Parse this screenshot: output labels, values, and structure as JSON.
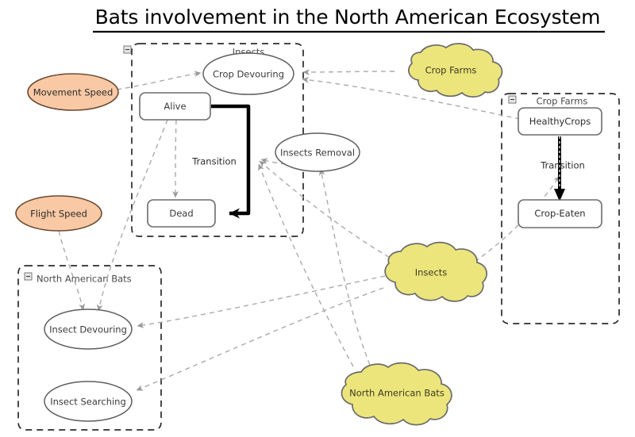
{
  "title": "Bats involvement in the North American Ecosystem",
  "containers": [
    {
      "id": "insects-container",
      "label": "Insects",
      "collapse_icon": "minus-square-icon"
    },
    {
      "id": "crop-farms-container",
      "label": "Crop Farms",
      "collapse_icon": "minus-square-icon"
    },
    {
      "id": "north-american-bats-container",
      "label": "North American Bats",
      "collapse_icon": "minus-square-icon"
    }
  ],
  "parameter_nodes": [
    {
      "id": "movement-speed",
      "label": "Movement Speed",
      "fill": "#f8c9a4",
      "stroke": "#6b4a33"
    },
    {
      "id": "flight-speed",
      "label": "Flight Speed",
      "fill": "#f8c9a4",
      "stroke": "#6b4a33"
    }
  ],
  "state_nodes": [
    {
      "id": "alive",
      "label": "Alive",
      "stroke": "#6b6b6b"
    },
    {
      "id": "dead",
      "label": "Dead",
      "stroke": "#6b6b6b"
    },
    {
      "id": "healthy-crops",
      "label": "HealthyCrops",
      "stroke": "#1a7a1a"
    },
    {
      "id": "crop-eaten",
      "label": "Crop-Eaten",
      "stroke": "#8b1a1a"
    }
  ],
  "process_nodes": [
    {
      "id": "crop-devouring",
      "label": "Crop Devouring"
    },
    {
      "id": "insects-removal",
      "label": "Insects Removal"
    },
    {
      "id": "insect-devouring",
      "label": "Insect Devouring"
    },
    {
      "id": "insect-searching",
      "label": "Insect Searching"
    }
  ],
  "cloud_nodes": [
    {
      "id": "cloud-crop-farms",
      "label": "Crop Farms",
      "fill": "#ece57c",
      "stroke": "#6b6b4a"
    },
    {
      "id": "cloud-insects",
      "label": "Insects",
      "fill": "#ece57c",
      "stroke": "#6b6b4a"
    },
    {
      "id": "cloud-north-american-bats",
      "label": "North American Bats",
      "fill": "#ece57c",
      "stroke": "#6b6b4a"
    }
  ],
  "edge_labels": [
    {
      "id": "transition-insects",
      "label": "Transition"
    },
    {
      "id": "transition-crops",
      "label": "Transition"
    }
  ],
  "colors": {
    "link": "#aaaaaa",
    "container_border": "#2b2b2b",
    "node_stroke": "#6b6b6b",
    "green": "#1a7a1a",
    "dark_red": "#8b1a1a",
    "cloud_fill": "#ece57c",
    "param_fill": "#f8c9a4",
    "background": "#ffffff"
  }
}
